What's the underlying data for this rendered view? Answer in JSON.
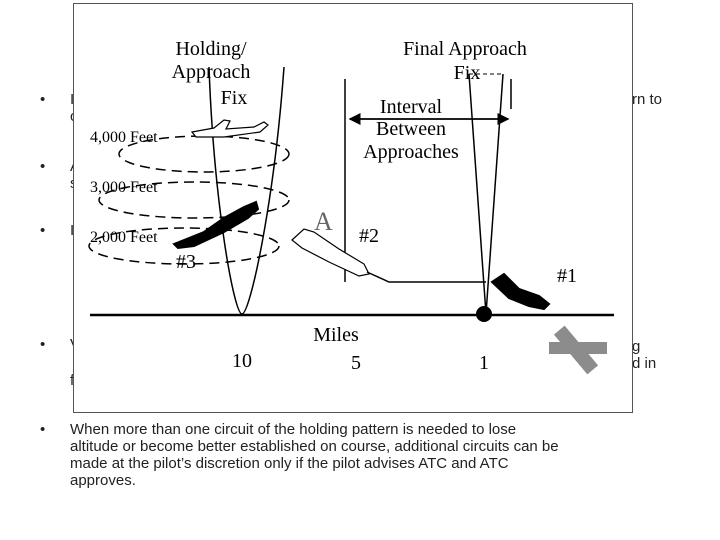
{
  "bullets": {
    "b1": {
      "dot": "•",
      "start": "I",
      "end": "rn to",
      "line2": "c"
    },
    "b2": {
      "dot": "•",
      "start": "A",
      "line2": "s"
    },
    "b3": {
      "dot": "•",
      "start": "I"
    },
    "b4": {
      "dot": "•",
      "start": "V",
      "end1": "g",
      "end2": "d in",
      "line3": "f"
    },
    "b5": {
      "dot": "•",
      "line1": "When more than one circuit of the holding pattern is needed to lose",
      "line2": "altitude or become better established on course, additional circuits can be",
      "line3": "made at the pilot’s discretion only if the pilot advises ATC and ATC",
      "line4": "approves."
    }
  },
  "diagram": {
    "holding_fix_line1": "Holding/",
    "holding_fix_line2": "Approach",
    "holding_fix_line3": "Fix",
    "faf_line1": "Final Approach",
    "faf_line2": "Fix",
    "interval_line1": "Interval",
    "interval_line2": "Between",
    "interval_line3": "Approaches",
    "alt_4000": "4,000  Feet",
    "alt_3000": "3,000  Feet",
    "alt_2000": "2,000  Feet",
    "aircraft_a": "A",
    "aircraft_2": "#2",
    "aircraft_3": "#3",
    "aircraft_1": "#1",
    "axis_label": "Miles",
    "tick_10": "10",
    "tick_5": "5",
    "tick_1": "1"
  }
}
